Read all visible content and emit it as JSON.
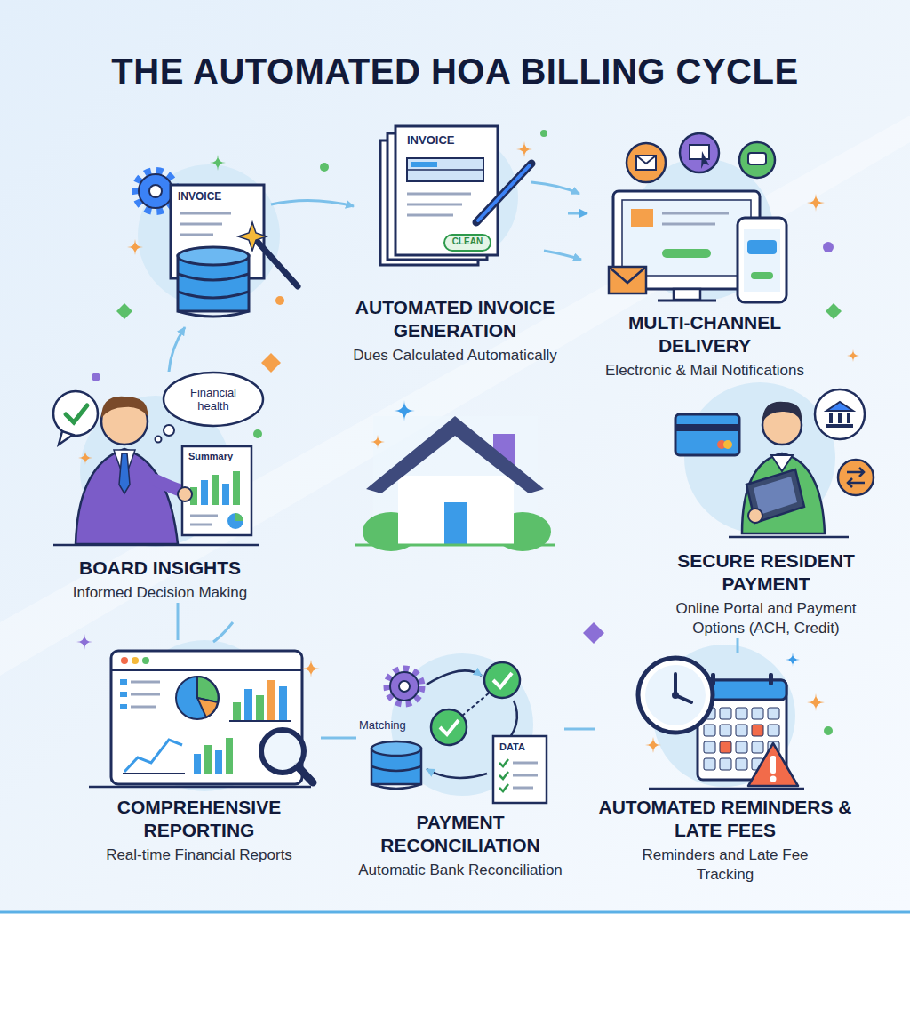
{
  "diagram": {
    "title": "THE AUTOMATED HOA BILLING CYCLE",
    "nodes": [
      {
        "text": [
          "AUTOMATED INVOICE GENERATION",
          "Dues Calculated Automatically"
        ]
      },
      {
        "text": [
          "MULTI-CHANNEL DELIVERY",
          "Electronic & Mail Notifications"
        ]
      },
      {
        "text": [
          "SECURE RESIDENT PAYMENT",
          "Online Portal and Payment Options (ACH, Credit)"
        ]
      },
      {
        "text": [
          "AUTOMATED REMINDERS & LATE FEES",
          "Reminders and Late Fee Tracking"
        ]
      },
      {
        "text": [
          "PAYMENT RECONCILIATION",
          "Automatic Bank Reconciliation"
        ]
      },
      {
        "text": [
          "COMPREHENSIVE REPORTING",
          "Real-time Financial Reports"
        ]
      },
      {
        "text": [
          "BOARD INSIGHTS",
          "Informed Decision Making"
        ]
      }
    ],
    "edges": [
      {
        "from": 0,
        "to": 1,
        "arrow": "to"
      },
      {
        "from": 2,
        "to": 3,
        "arrow": "none"
      },
      {
        "from": 3,
        "to": 4,
        "arrow": "none"
      },
      {
        "from": 4,
        "to": 5,
        "arrow": "none"
      },
      {
        "from": 5,
        "to": 6,
        "arrow": "none"
      }
    ],
    "labels": [
      "INVOICE",
      "INVOICE",
      "CLEAN",
      "Financial health",
      "Summary",
      "Matching",
      "DATA"
    ]
  }
}
